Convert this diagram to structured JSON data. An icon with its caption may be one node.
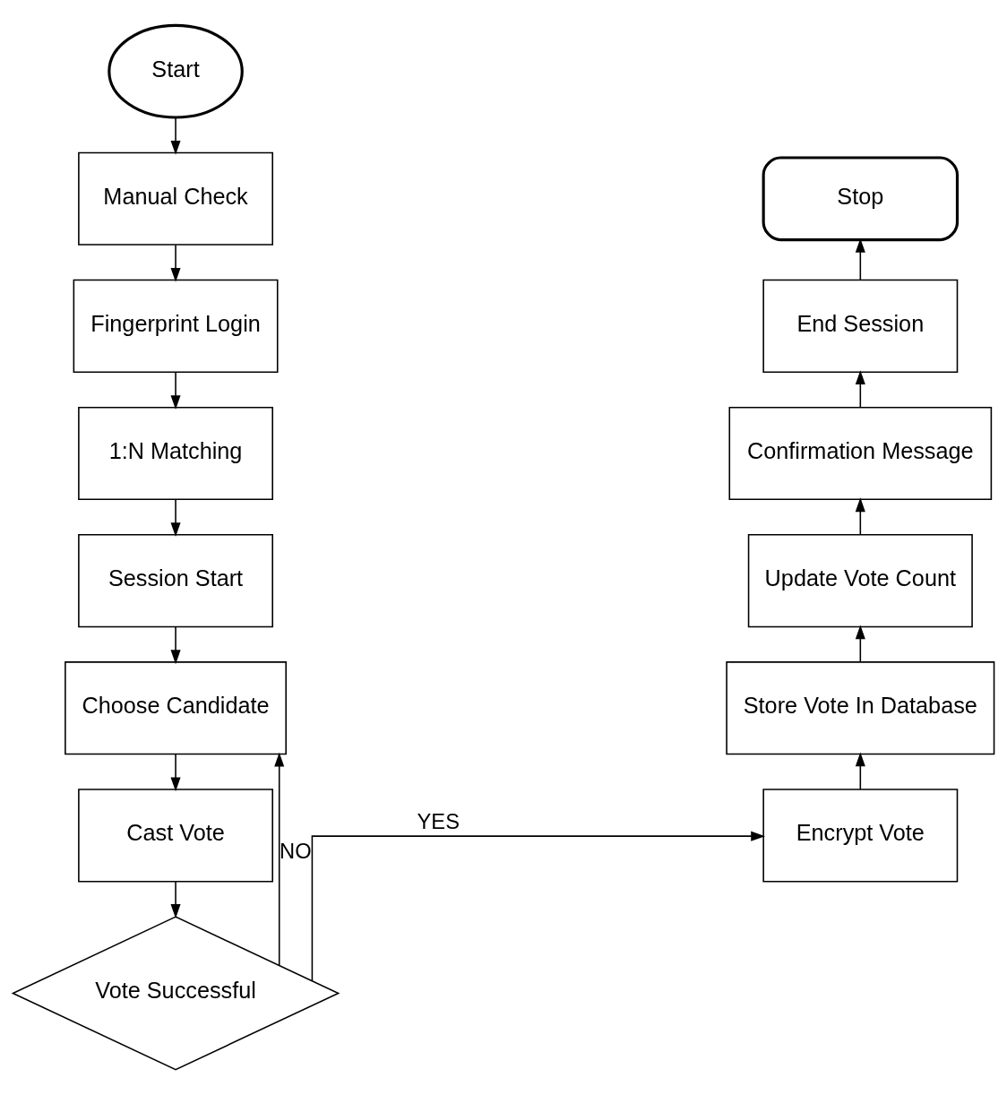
{
  "diagram": {
    "nodes": [
      {
        "text": [
          "Start"
        ]
      },
      {
        "text": [
          "Manual Check"
        ]
      },
      {
        "text": [
          "Fingerprint Login"
        ]
      },
      {
        "text": [
          "1:N Matching"
        ]
      },
      {
        "text": [
          "Session Start"
        ]
      },
      {
        "text": [
          "Choose Candidate"
        ]
      },
      {
        "text": [
          "Cast Vote"
        ]
      },
      {
        "text": [
          "Vote Successful"
        ]
      },
      {
        "text": [
          "Encrypt Vote"
        ]
      },
      {
        "text": [
          "Store Vote In Database"
        ]
      },
      {
        "text": [
          "Update Vote Count"
        ]
      },
      {
        "text": [
          "Confirmation Message"
        ]
      },
      {
        "text": [
          "End Session"
        ]
      },
      {
        "text": [
          "Stop"
        ]
      }
    ],
    "edges": [
      {
        "from": 0,
        "to": 1,
        "arrow": "to"
      },
      {
        "from": 1,
        "to": 2,
        "arrow": "to"
      },
      {
        "from": 2,
        "to": 3,
        "arrow": "to"
      },
      {
        "from": 3,
        "to": 4,
        "arrow": "to"
      },
      {
        "from": 4,
        "to": 5,
        "arrow": "to"
      },
      {
        "from": 5,
        "to": 6,
        "arrow": "to"
      },
      {
        "from": 6,
        "to": 7,
        "arrow": "to"
      },
      {
        "from": 7,
        "to": 5,
        "arrow": "to",
        "label": "NO"
      },
      {
        "from": 7,
        "to": 8,
        "arrow": "to",
        "label": "YES"
      },
      {
        "from": 8,
        "to": 9,
        "arrow": "to"
      },
      {
        "from": 9,
        "to": 10,
        "arrow": "to"
      },
      {
        "from": 10,
        "to": 11,
        "arrow": "to"
      },
      {
        "from": 11,
        "to": 12,
        "arrow": "to"
      },
      {
        "from": 12,
        "to": 13,
        "arrow": "to"
      }
    ]
  }
}
